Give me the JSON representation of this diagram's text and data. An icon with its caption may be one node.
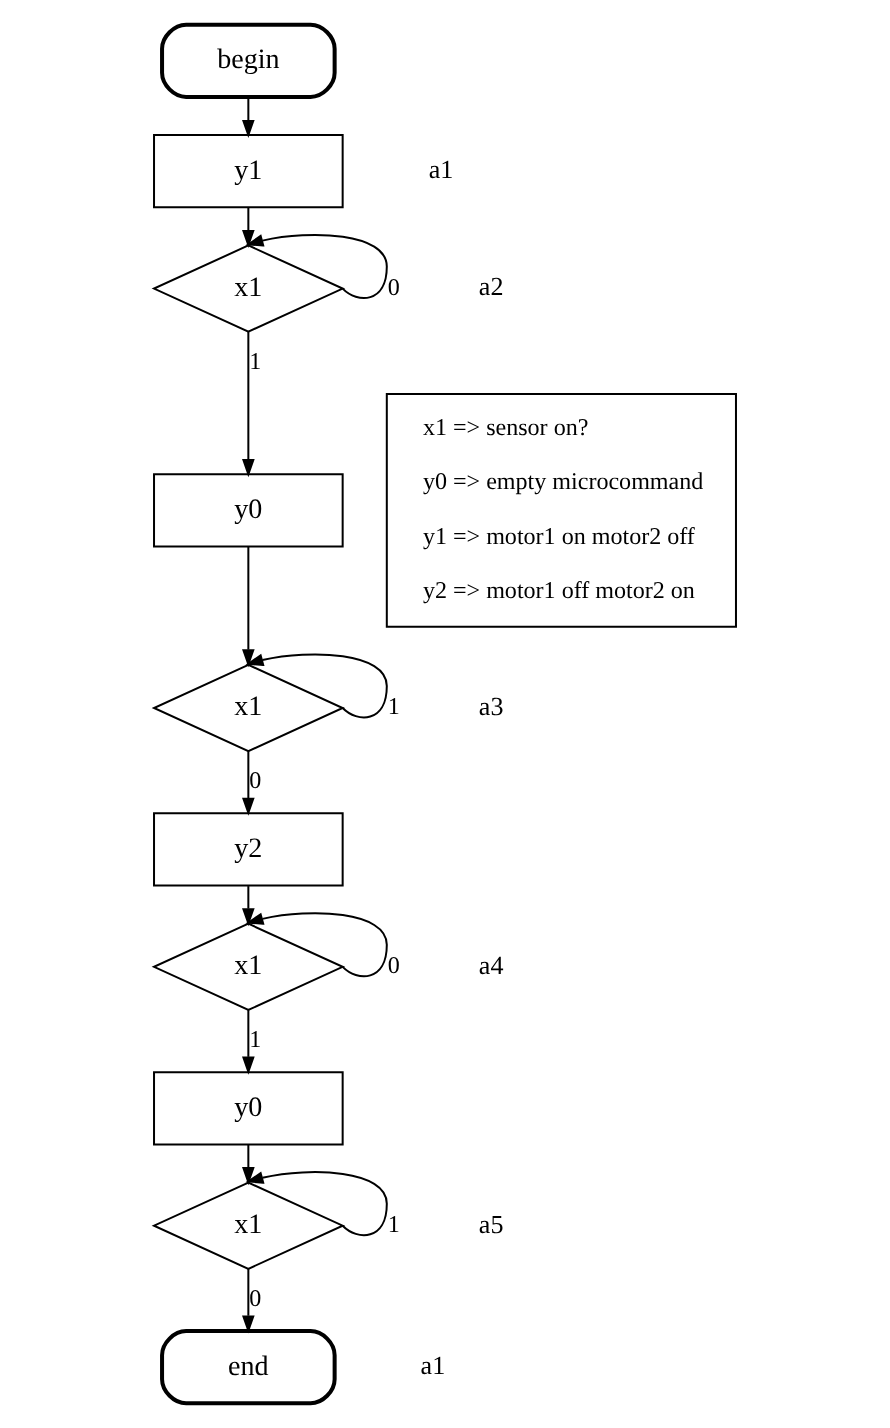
{
  "diagram": {
    "nodes": [
      {
        "text": [
          "begin"
        ]
      },
      {
        "text": [
          "y1"
        ]
      },
      {
        "text": [
          "x1"
        ]
      },
      {
        "text": [
          "y0"
        ]
      },
      {
        "text": [
          "x1"
        ]
      },
      {
        "text": [
          "y2"
        ]
      },
      {
        "text": [
          "x1"
        ]
      },
      {
        "text": [
          "y0"
        ]
      },
      {
        "text": [
          "x1"
        ]
      },
      {
        "text": [
          "end"
        ]
      },
      {
        "text": [
          "x1 => sensor on?",
          "y0 => empty microcommand",
          "y1 => motor1 on motor2 off",
          "y2 => motor1 off motor2 on"
        ]
      }
    ],
    "edges": [
      {
        "from": 0,
        "to": 1,
        "arrow": "to"
      },
      {
        "from": 1,
        "to": 2,
        "arrow": "to"
      },
      {
        "from": 2,
        "to": 2,
        "arrow": "to",
        "label": "0"
      },
      {
        "from": 2,
        "to": 3,
        "arrow": "to",
        "label": "1"
      },
      {
        "from": 3,
        "to": 4,
        "arrow": "to"
      },
      {
        "from": 4,
        "to": 4,
        "arrow": "to",
        "label": "1"
      },
      {
        "from": 4,
        "to": 5,
        "arrow": "to",
        "label": "0"
      },
      {
        "from": 5,
        "to": 6,
        "arrow": "to"
      },
      {
        "from": 6,
        "to": 6,
        "arrow": "to",
        "label": "0"
      },
      {
        "from": 6,
        "to": 7,
        "arrow": "to",
        "label": "1"
      },
      {
        "from": 7,
        "to": 8,
        "arrow": "to"
      },
      {
        "from": 8,
        "to": 8,
        "arrow": "to",
        "label": "1"
      },
      {
        "from": 8,
        "to": 9,
        "arrow": "to",
        "label": "0"
      }
    ],
    "labels": [
      "a1",
      "a2",
      "a3",
      "a4",
      "a5",
      "a1"
    ]
  }
}
